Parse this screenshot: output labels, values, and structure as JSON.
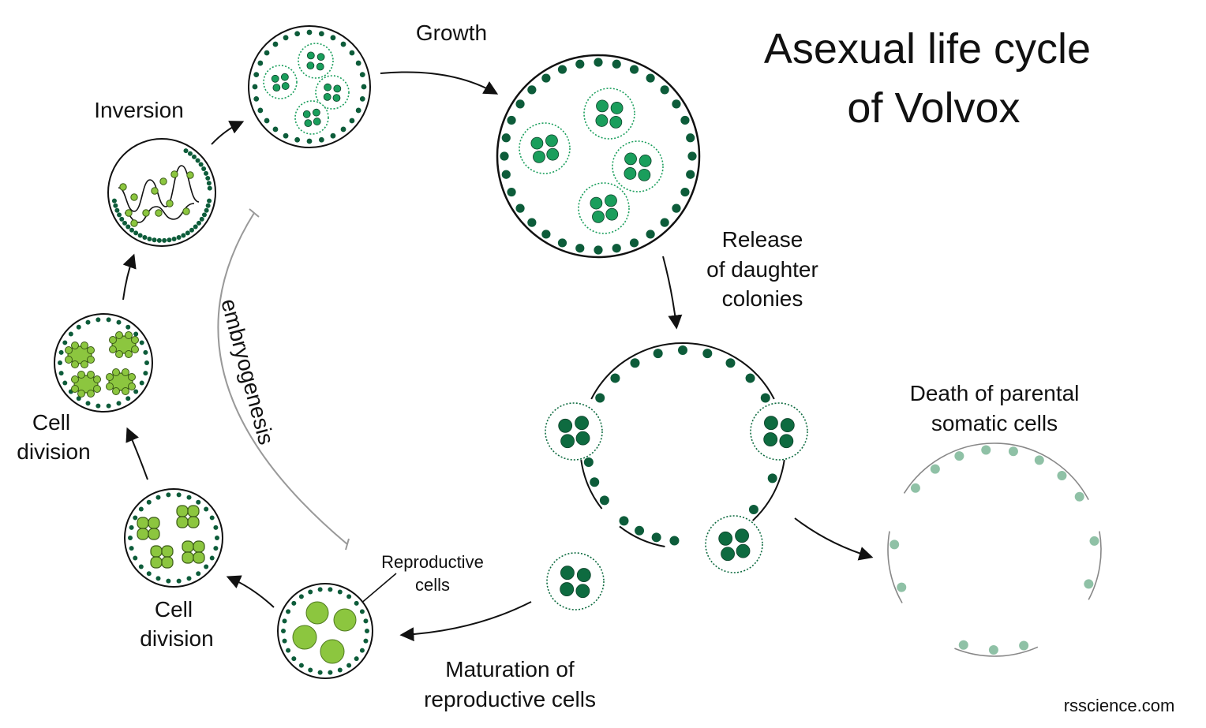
{
  "title": {
    "line1": "Asexual life cycle",
    "line2": "of Volvox"
  },
  "labels": {
    "growth": "Growth",
    "inversion": "Inversion",
    "release": [
      "Release",
      "of daughter",
      "colonies"
    ],
    "death": [
      "Death of parental",
      "somatic cells"
    ],
    "maturation": [
      "Maturation of",
      "reproductive cells"
    ],
    "cell_division_left": [
      "Cell",
      "division"
    ],
    "cell_division_bottom": [
      "Cell",
      "division"
    ],
    "reproductive_cells": [
      "Reproductive",
      "cells"
    ],
    "embryogenesis": "embryogenesis"
  },
  "credit": "rsscience.com",
  "colors": {
    "somatic_dark": "#0d5c3a",
    "daughter_bright": "#1a9e5c",
    "daughter_dark": "#0e6b40",
    "reproductive_light": "#8cc63f",
    "dead_cells": "#8fc1a6",
    "outline": "#111111",
    "embryogenesis_line": "#999999"
  },
  "stages": [
    "young-colony",
    "growing-colony",
    "releasing-colony",
    "dead-parent",
    "free-daughter-colony",
    "mature-colony",
    "cleavage-colony",
    "multicell-embryo-colony",
    "inversion-colony"
  ]
}
